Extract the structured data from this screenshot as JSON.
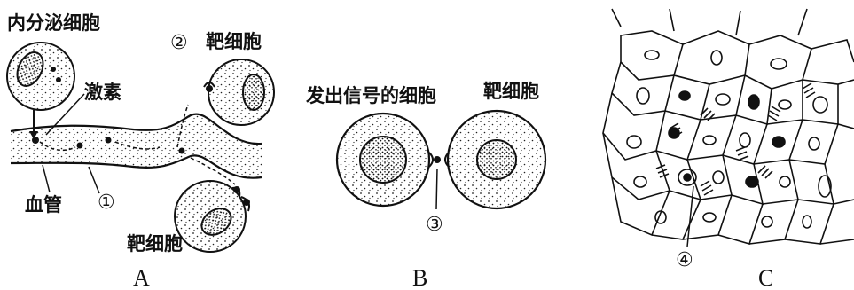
{
  "panels": {
    "A": {
      "caption": "A",
      "endocrine_cell": "内分泌细胞",
      "hormone": "激素",
      "target_cell_top": "靶细胞",
      "target_cell_bottom": "靶细胞",
      "blood_vessel": "血管",
      "marker_1": "①",
      "marker_2": "②"
    },
    "B": {
      "caption": "B",
      "signal_cell": "发出信号的细胞",
      "target_cell": "靶细胞",
      "marker_3": "③"
    },
    "C": {
      "caption": "C",
      "marker_4": "④"
    }
  }
}
